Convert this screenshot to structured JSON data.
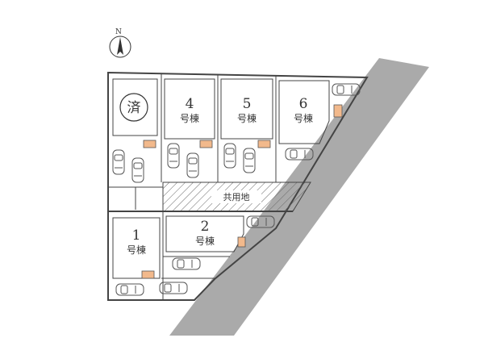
{
  "compass": {
    "label": "N",
    "icon": "north-arrow-icon"
  },
  "lots": [
    {
      "id": "sold",
      "mark": "済",
      "status": "sold"
    },
    {
      "id": "lot-4",
      "number": "4",
      "label": "号棟"
    },
    {
      "id": "lot-5",
      "number": "5",
      "label": "号棟"
    },
    {
      "id": "lot-6",
      "number": "6",
      "label": "号棟"
    },
    {
      "id": "lot-1",
      "number": "1",
      "label": "号棟"
    },
    {
      "id": "lot-2",
      "number": "2",
      "label": "号棟"
    }
  ],
  "common_area": {
    "label": "共用地"
  },
  "colors": {
    "road": "#aaaaaa",
    "meter_box": "#f2b98c",
    "outline": "#444444",
    "hatch": "#666666"
  }
}
